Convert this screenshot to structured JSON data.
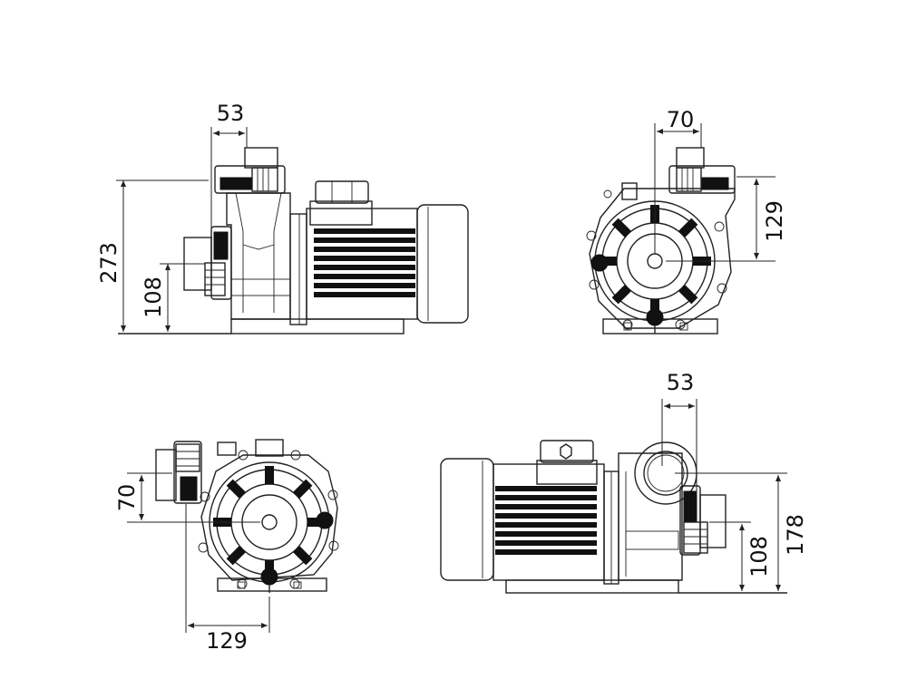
{
  "views": {
    "side_left": {
      "height_total": "273",
      "inlet_height": "108",
      "outlet_offset": "53"
    },
    "front_right": {
      "outlet_offset": "70",
      "outlet_height": "129"
    },
    "front_bottom": {
      "offset_vertical": "70",
      "offset_horizontal": "129"
    },
    "side_right": {
      "outlet_offset": "53",
      "height_total": "178",
      "inlet_height": "108"
    }
  },
  "colors": {
    "line": "#222222",
    "fill": "#111111",
    "background": "#ffffff"
  }
}
